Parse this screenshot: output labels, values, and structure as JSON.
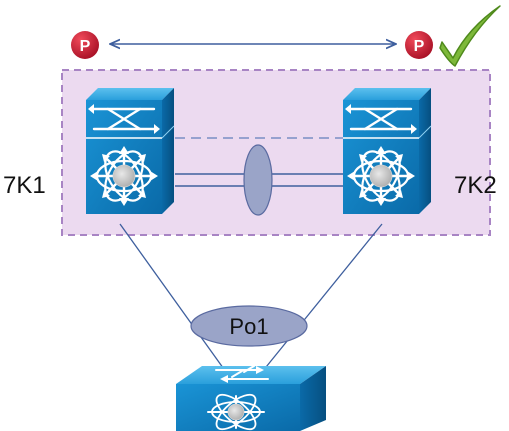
{
  "switches": {
    "left": {
      "label": "7K1"
    },
    "right": {
      "label": "7K2"
    }
  },
  "roles": {
    "left": "P",
    "right": "P"
  },
  "port_channel": {
    "label": "Po1"
  },
  "icons": {
    "role_badge": "primary-role-badge-icon",
    "confirmation": "checkmark-icon",
    "core_switch": "nexus-switch-icon",
    "access_switch": "access-switch-icon",
    "peer_link": "port-channel-bundle-icon"
  },
  "colors": {
    "switch_blue": "#0d7fc2",
    "badge_red": "#c8102e",
    "check_green": "#7db83a",
    "domain_fill": "#ecdaf0",
    "domain_border": "#a884c4",
    "link_blue": "#3e5f9e",
    "ellipse_fill": "#9aa4c8"
  }
}
